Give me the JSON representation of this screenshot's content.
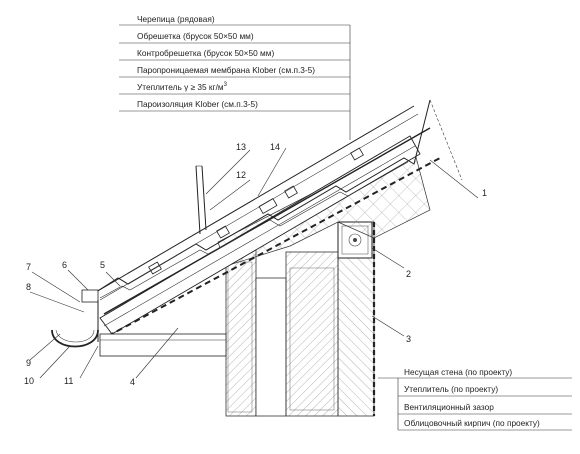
{
  "layers_top": [
    {
      "text": "Черепица (рядовая)"
    },
    {
      "text": "Обрешетка (брусок 50×50 мм)"
    },
    {
      "text": "Контробрешетка (брусок 50×50 мм)"
    },
    {
      "text": "Паропроницаемая мембрана Klober (см.п.3-5)"
    },
    {
      "text": "Утеплитель γ ≥ 35 кг/м",
      "sup": "3"
    },
    {
      "text": "Пароизоляция Klober (см.п.3-5)"
    }
  ],
  "layers_wall": [
    {
      "text": "Несущая стена (по проекту)"
    },
    {
      "text": "Утеплитель (по проекту)"
    },
    {
      "text": "Вентиляционный зазор"
    },
    {
      "text": "Облицовочный кирпич (по проекту)"
    }
  ],
  "callouts": [
    "1",
    "2",
    "3",
    "4",
    "5",
    "6",
    "7",
    "8",
    "9",
    "10",
    "11",
    "12",
    "13",
    "14"
  ],
  "colors": {
    "line": "#222222",
    "hatch": "#555555"
  }
}
